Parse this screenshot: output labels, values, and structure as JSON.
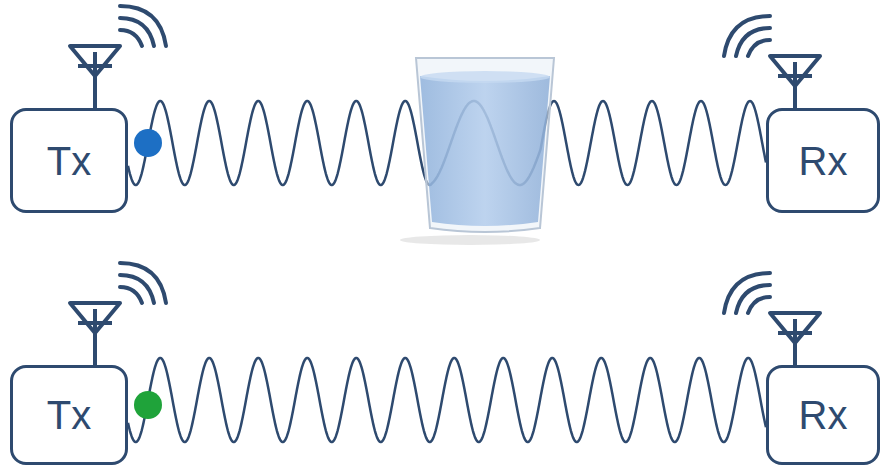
{
  "diagram": {
    "nodes": [
      {
        "text": [
          "Tx"
        ]
      },
      {
        "text": [
          "Rx"
        ]
      },
      {
        "text": [
          "Tx"
        ]
      },
      {
        "text": [
          "Rx"
        ]
      }
    ],
    "edges": [
      {
        "from": 0,
        "to": 1,
        "arrow": "none"
      },
      {
        "from": 2,
        "to": 3,
        "arrow": "none"
      }
    ]
  }
}
